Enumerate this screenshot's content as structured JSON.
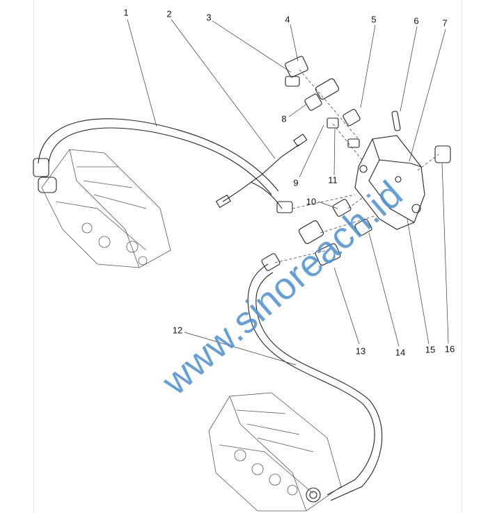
{
  "diagram": {
    "callouts": [
      "1",
      "2",
      "3",
      "4",
      "5",
      "6",
      "7",
      "8",
      "9",
      "10",
      "11",
      "12",
      "13",
      "14",
      "15",
      "16"
    ],
    "watermark": "www.sinoreach.id",
    "colors": {
      "line": "#222222",
      "watermark": "#4a8fd4",
      "border": "#e6e6e6"
    }
  }
}
